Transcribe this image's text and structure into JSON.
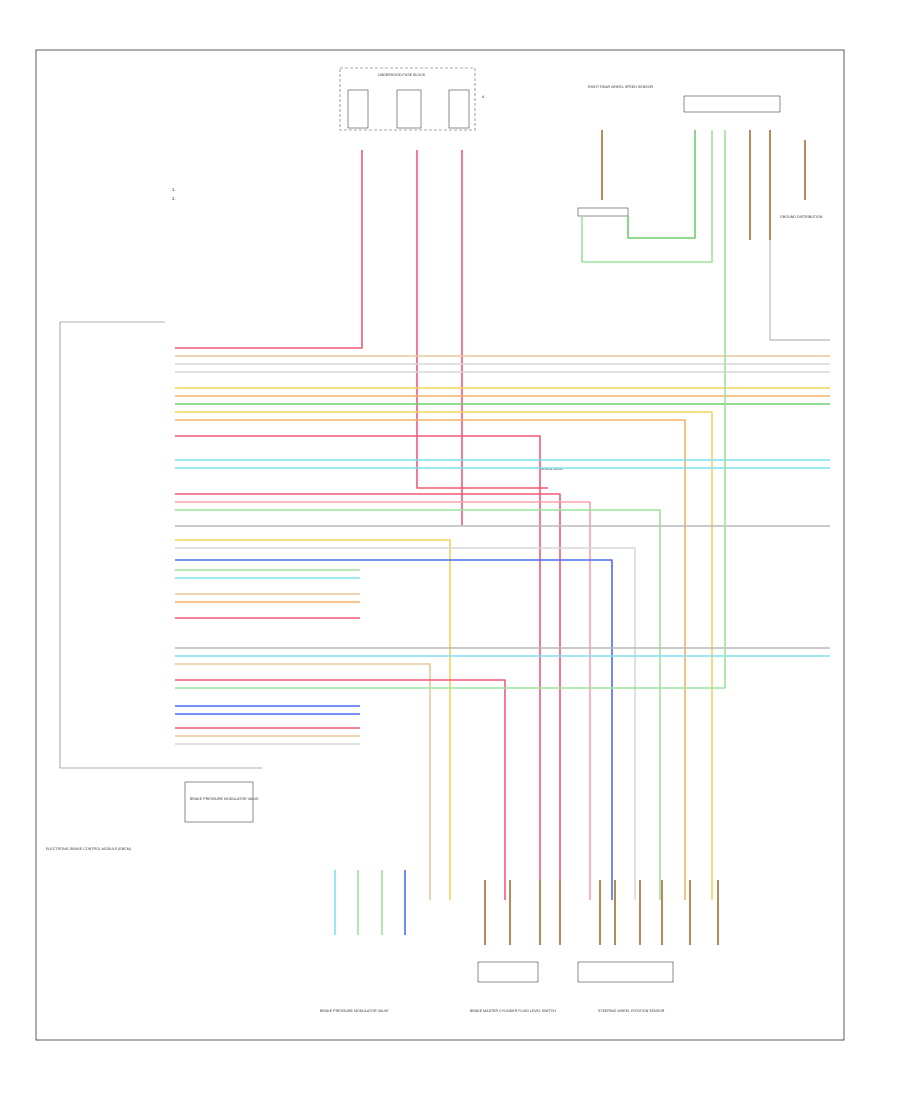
{
  "diagram": {
    "notes": [
      "1. ",
      "2. "
    ],
    "footer_code": "",
    "module_label": "ELECTRONIC BRAKE CONTROL MODULE (EBCM)",
    "bottom_left_group": "BRAKE PRESSURE MODULATOR VALVE",
    "bottom_mid_group": "BRAKE MASTER CYLINDER FLUID LEVEL SWITCH",
    "bottom_right_group": "STEERING WHEEL POSITION SENSOR",
    "top_fuse_label": "UNDERHOOD FUSE BLOCK",
    "top_right_label": "RIGHT REAR WHEEL SPEED SENSOR",
    "top_right_ground": "GROUND DISTRIBUTION",
    "serial_data_label": "SERIAL DATA"
  },
  "wires": [
    {
      "id": "red-power",
      "color": "#f05a78"
    },
    {
      "id": "tan",
      "color": "#e8c79a"
    },
    {
      "id": "wht-blk",
      "color": "#d8d8d8"
    },
    {
      "id": "yel",
      "color": "#f2d45c"
    },
    {
      "id": "orn",
      "color": "#f4b266"
    },
    {
      "id": "grn",
      "color": "#6ccf6a"
    },
    {
      "id": "lt-grn",
      "color": "#9ee29a"
    },
    {
      "id": "lt-blu",
      "color": "#7fe0f0"
    },
    {
      "id": "blu",
      "color": "#4a6cf0"
    },
    {
      "id": "pnk",
      "color": "#f5a0b0"
    },
    {
      "id": "brn",
      "color": "#b88a5a"
    },
    {
      "id": "gry",
      "color": "#b8b8b8"
    }
  ]
}
